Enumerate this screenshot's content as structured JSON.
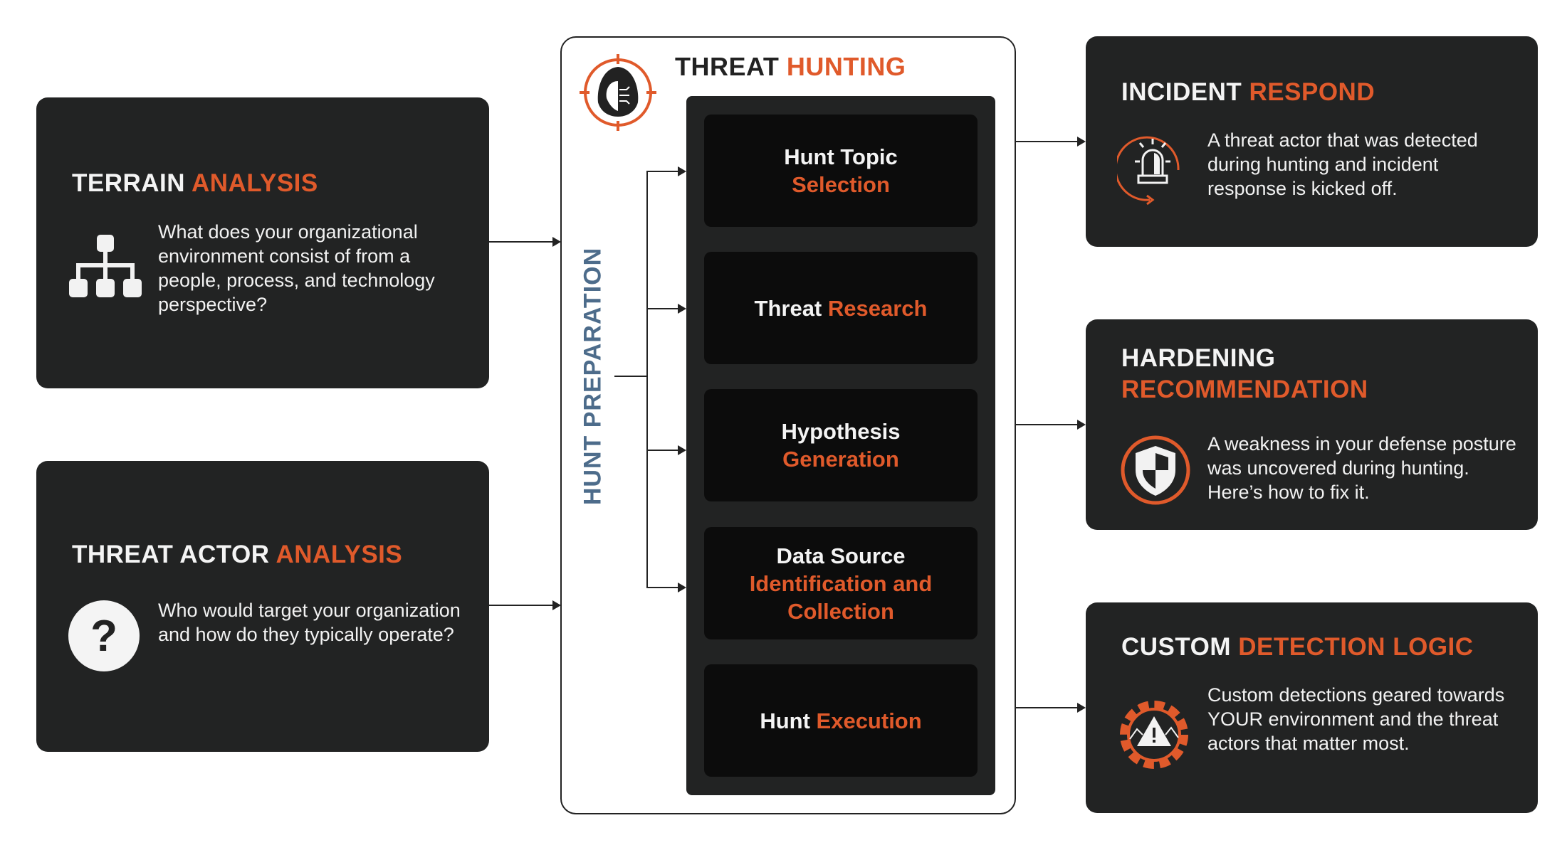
{
  "colors": {
    "accent": "#e05a2b",
    "dark": "#222323",
    "prep": "#4d6c8b"
  },
  "left_boxes": [
    {
      "title_a": "TERRAIN",
      "title_b": "ANALYSIS",
      "text": "What does your organizational environment consist of from a people, process, and technology perspective?",
      "icon": "org-chart-icon"
    },
    {
      "title_a": "THREAT ACTOR",
      "title_b": "ANALYSIS",
      "text": "Who would target your organization and how do they typically operate?",
      "icon": "question-icon",
      "icon_text": "?"
    }
  ],
  "center": {
    "title_a": "THREAT",
    "title_b": "HUNTING",
    "vertical_label": "HUNT PREPARATION",
    "items": [
      {
        "a": "Hunt Topic",
        "b": "Selection"
      },
      {
        "a": "Threat",
        "b": "Research"
      },
      {
        "a": "Hypothesis",
        "b": "Generation"
      },
      {
        "a": "Data Source",
        "b": "Identification and Collection"
      },
      {
        "a": "Hunt",
        "b": "Execution"
      }
    ]
  },
  "right_boxes": [
    {
      "title_a": "INCIDENT",
      "title_b": "RESPOND",
      "text": "A threat actor that was detected during hunting and incident response is kicked off.",
      "icon": "alarm-icon"
    },
    {
      "title_a": "HARDENING",
      "title_b": "RECOMMENDATION",
      "text": "A weakness in your defense posture was uncovered during hunting. Here’s how to fix it.",
      "icon": "shield-icon"
    },
    {
      "title_a": "CUSTOM",
      "title_b": "DETECTION LOGIC",
      "text": "Custom detections geared towards YOUR environment and the threat actors that matter most.",
      "icon": "warning-gear-icon"
    }
  ]
}
